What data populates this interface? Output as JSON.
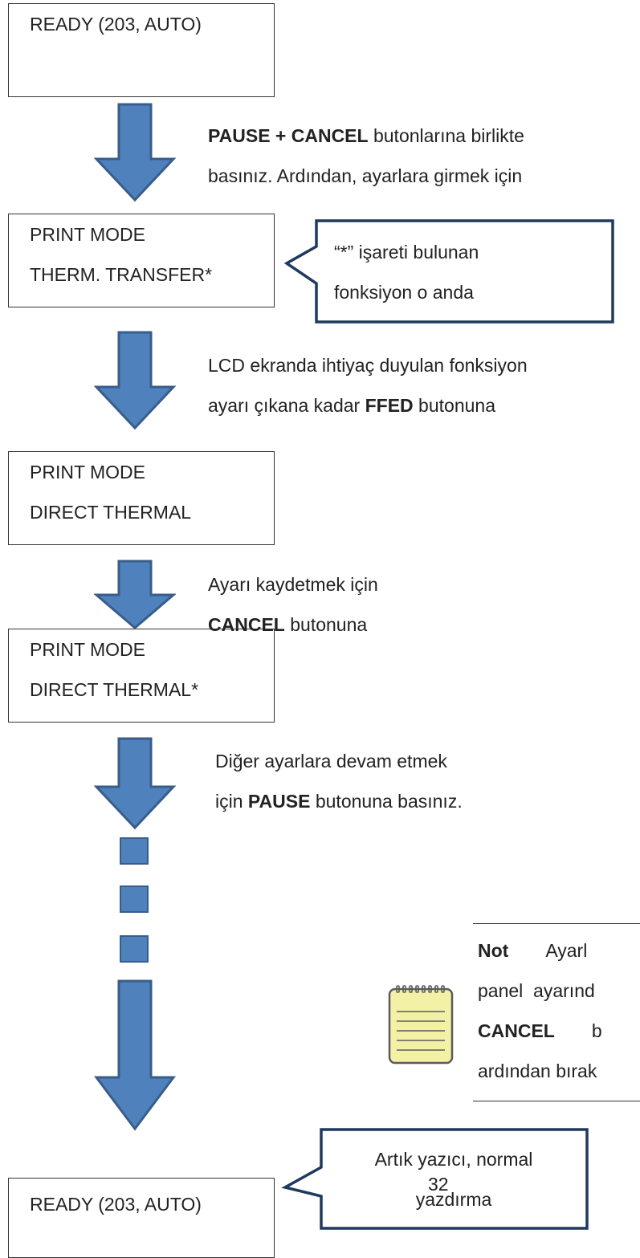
{
  "lcd_states": [
    {
      "line1": "READY (203, AUTO)",
      "line2": ""
    },
    {
      "line1": "PRINT MODE",
      "line2": "THERM. TRANSFER*"
    },
    {
      "line1": "PRINT MODE",
      "line2": "DIRECT THERMAL"
    },
    {
      "line1": "PRINT MODE",
      "line2": "DIRECT THERMAL*"
    },
    {
      "line1": "READY (203, AUTO)",
      "line2": ""
    }
  ],
  "steps": [
    {
      "bold1": "PAUSE + CANCEL",
      "text1": " butonlarına birlikte",
      "line2": "basınız. Ardından, ayarlara girmek için"
    },
    {
      "line1": "LCD ekranda ihtiyaç duyulan fonksiyon",
      "pre2": "ayarı çıkana kadar ",
      "bold2": "FFED",
      "post2": " butonuna"
    },
    {
      "line1": "Ayarı kaydetmek için",
      "bold2": "CANCEL",
      "post2": " butonuna"
    },
    {
      "line1": "Diğer ayarlara devam etmek",
      "pre2": "için ",
      "bold2": "PAUSE",
      "post2": " butonuna basınız."
    }
  ],
  "callouts": [
    {
      "line1": "“*” işareti bulunan",
      "line2": "fonksiyon o anda"
    },
    {
      "line1": "Artık yazıcı, normal",
      "line2": "yazdırma"
    }
  ],
  "note": {
    "heading": "Not",
    "line1_rest": "Ayarl",
    "line2": "panel  ayarınd",
    "line3_bold": "CANCEL",
    "line3_rest": "b",
    "line4": "ardından bırak"
  },
  "icons": {
    "arrow": "down-arrow-icon",
    "note": "notepad-icon"
  },
  "colors": {
    "arrow_fill": "#4f81bd",
    "arrow_stroke": "#385d8a",
    "notepad": "#f3f1a5"
  },
  "page_number": "32"
}
